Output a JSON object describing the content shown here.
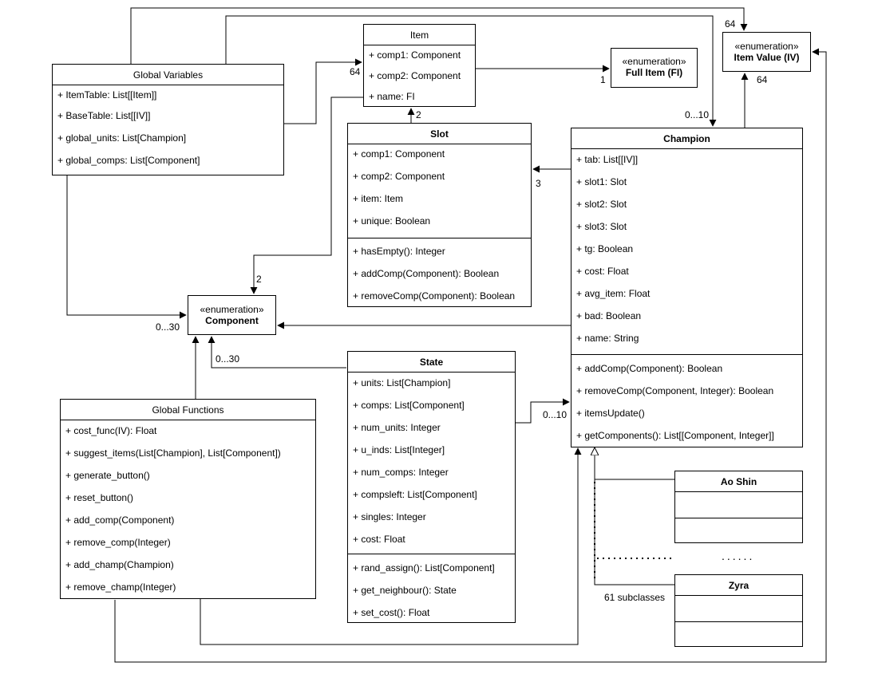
{
  "item": {
    "title": "Item",
    "attributes": [
      "+ comp1: Component",
      "+ comp2: Component",
      "+ name: FI"
    ]
  },
  "full_item": {
    "stereotype": "«enumeration»",
    "name": "Full Item (FI)"
  },
  "item_value": {
    "stereotype": "«enumeration»",
    "name": "Item Value (IV)"
  },
  "component": {
    "stereotype": "«enumeration»",
    "name": "Component"
  },
  "global_variables": {
    "title": "Global Variables",
    "attributes": [
      "+ ItemTable: List[[Item]]",
      "+ BaseTable: List[[IV]]",
      "+ global_units: List[Champion]",
      "+ global_comps: List[Component]"
    ]
  },
  "slot": {
    "title": "Slot",
    "attributes": [
      "+ comp1: Component",
      "+ comp2: Component",
      "+ item: Item",
      "+ unique: Boolean"
    ],
    "methods": [
      "+ hasEmpty(): Integer",
      "+ addComp(Component): Boolean",
      "+ removeComp(Component): Boolean"
    ]
  },
  "champion": {
    "title": "Champion",
    "attributes": [
      "+ tab: List[[IV]]",
      "+ slot1: Slot",
      "+ slot2: Slot",
      "+ slot3: Slot",
      "+ tg: Boolean",
      "+ cost: Float",
      "+ avg_item: Float",
      "+ bad: Boolean",
      "+ name: String"
    ],
    "methods": [
      "+ addComp(Component): Boolean",
      "+ removeComp(Component, Integer): Boolean",
      "+ itemsUpdate()",
      "+ getComponents(): List[[Component, Integer]]"
    ]
  },
  "state": {
    "title": "State",
    "attributes": [
      "+ units: List[Champion]",
      "+ comps: List[Component]",
      "+ num_units: Integer",
      "+ u_inds: List[Integer]",
      "+ num_comps: Integer",
      "+ compsleft: List[Component]",
      "+ singles: Integer",
      "+ cost: Float"
    ],
    "methods": [
      "+ rand_assign(): List[Component]",
      "+ get_neighbour(): State",
      "+ set_cost(): Float"
    ]
  },
  "global_functions": {
    "title": "Global Functions",
    "methods": [
      "+ cost_func(IV): Float",
      "+ suggest_items(List[Champion], List[Component])",
      "+ generate_button()",
      "+ reset_button()",
      "+ add_comp(Component)",
      "+ remove_comp(Integer)",
      "+ add_champ(Champion)",
      "+ remove_champ(Integer)"
    ]
  },
  "subclasses": {
    "first": "Ao Shin",
    "last": "Zyra",
    "count_label": "61 subclasses",
    "ellipsis": "......"
  },
  "multiplicities": {
    "gv_item": "64",
    "item_fi": "1",
    "iv_top": "64",
    "iv_bottom": "64",
    "champ_top": "0...10",
    "slot_item": "2",
    "champ_slot": "3",
    "item_comp": "2",
    "gv_comp": "0...30",
    "state_comp": "0...30",
    "state_champ": "0...10"
  }
}
